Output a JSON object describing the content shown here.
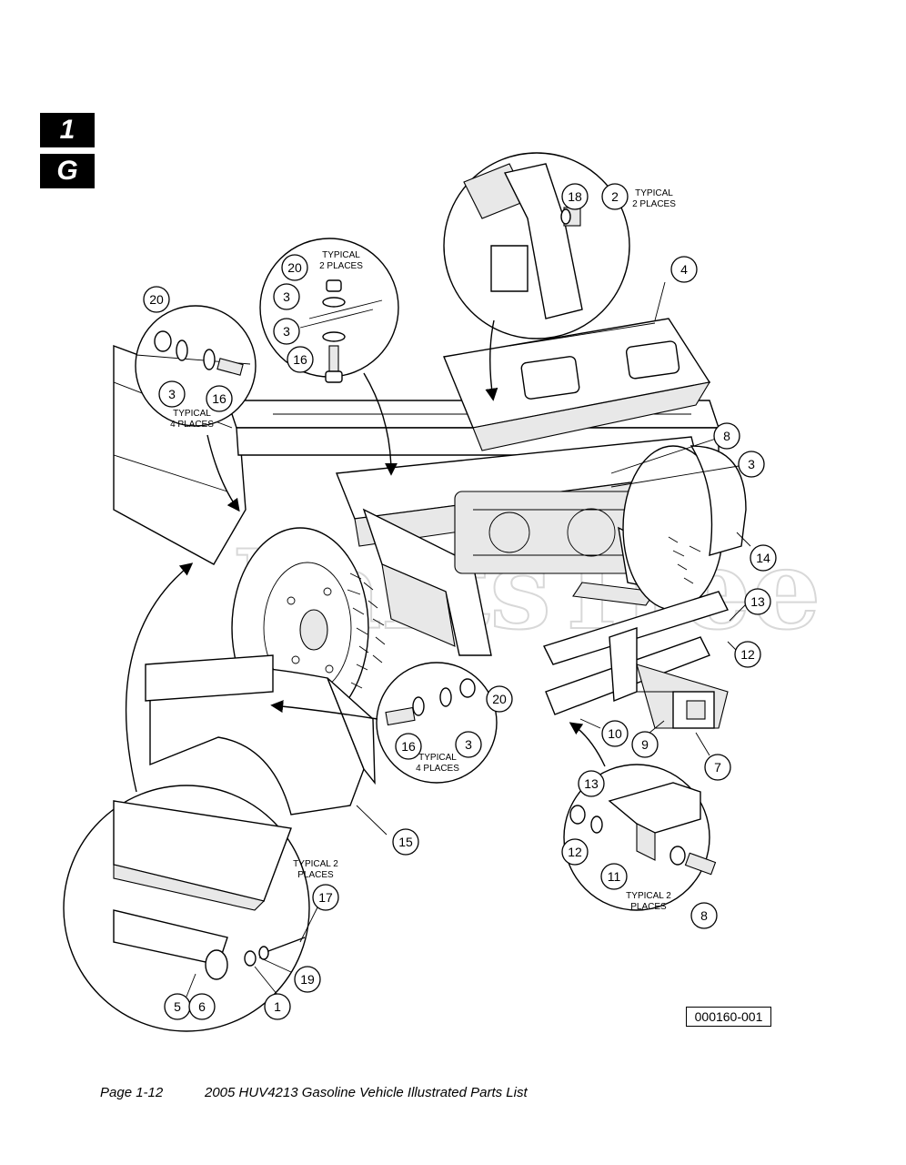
{
  "section_tabs": {
    "chapter": "1",
    "section": "G"
  },
  "watermark": "PartsTree",
  "callouts": [
    {
      "id": "c-1",
      "label": "1"
    },
    {
      "id": "c-2",
      "label": "2"
    },
    {
      "id": "c-3a",
      "label": "3"
    },
    {
      "id": "c-3b",
      "label": "3"
    },
    {
      "id": "c-3c",
      "label": "3"
    },
    {
      "id": "c-3d",
      "label": "3"
    },
    {
      "id": "c-3e",
      "label": "3"
    },
    {
      "id": "c-4",
      "label": "4"
    },
    {
      "id": "c-5",
      "label": "5"
    },
    {
      "id": "c-6",
      "label": "6"
    },
    {
      "id": "c-7",
      "label": "7"
    },
    {
      "id": "c-8a",
      "label": "8"
    },
    {
      "id": "c-8b",
      "label": "8"
    },
    {
      "id": "c-9",
      "label": "9"
    },
    {
      "id": "c-10",
      "label": "10"
    },
    {
      "id": "c-11",
      "label": "11"
    },
    {
      "id": "c-12a",
      "label": "12"
    },
    {
      "id": "c-12b",
      "label": "12"
    },
    {
      "id": "c-13a",
      "label": "13"
    },
    {
      "id": "c-13b",
      "label": "13"
    },
    {
      "id": "c-14",
      "label": "14"
    },
    {
      "id": "c-15",
      "label": "15"
    },
    {
      "id": "c-16a",
      "label": "16"
    },
    {
      "id": "c-16b",
      "label": "16"
    },
    {
      "id": "c-16c",
      "label": "16"
    },
    {
      "id": "c-17",
      "label": "17"
    },
    {
      "id": "c-18",
      "label": "18"
    },
    {
      "id": "c-19",
      "label": "19"
    },
    {
      "id": "c-20a",
      "label": "20"
    },
    {
      "id": "c-20b",
      "label": "20"
    },
    {
      "id": "c-20c",
      "label": "20"
    }
  ],
  "notes": {
    "typical_2_places": [
      "TYPICAL",
      "2 PLACES"
    ],
    "typical_4_places": [
      "TYPICAL",
      "4 PLACES"
    ],
    "typical_2_places_alt": [
      "TYPICAL 2",
      "PLACES"
    ]
  },
  "figure_id": "000160-001",
  "footer": {
    "page": "Page 1-12",
    "title": "2005 HUV4213 Gasoline Vehicle Illustrated Parts List"
  }
}
